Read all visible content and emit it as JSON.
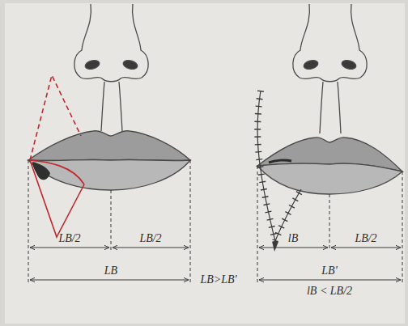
{
  "diagram": {
    "labels": [
      "LB/2",
      "LB/2",
      "LB",
      "LB>LB'",
      "lB",
      "LB/2",
      "LB'",
      "lB < LB/2"
    ]
  }
}
